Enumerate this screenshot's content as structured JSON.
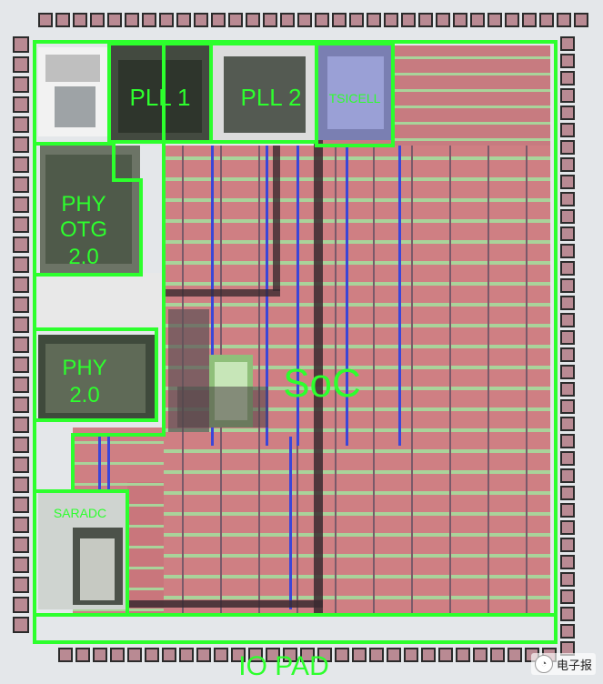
{
  "blocks": {
    "pll1": "PLL 1",
    "pll2": "PLL 2",
    "tsicell": "TSICELL",
    "phy_otg_line1": "PHY",
    "phy_otg_line2": "OTG",
    "phy_otg_line3": "2.0",
    "phy2_line1": "PHY",
    "phy2_line2": "2.0",
    "saradc": "SARADC",
    "soc": "SoC",
    "io_pad": "IO PAD"
  },
  "watermark": {
    "text": "电子报",
    "icon": "wechat-bubble-icon"
  },
  "colors": {
    "outline": "#2dff2d",
    "core": "#cf7f83",
    "metal_h": "#a9d39a",
    "metal_v": "#3b46d8",
    "pad": "#b98a93"
  }
}
